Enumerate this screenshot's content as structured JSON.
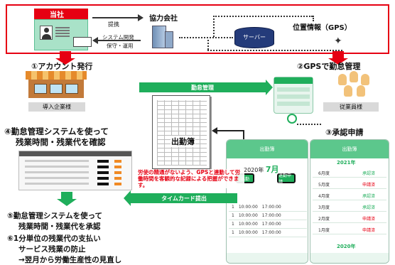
{
  "top": {
    "company": "当社",
    "partner": "協力会社",
    "arrow_top_label": "提携",
    "arrow_bottom_label_1": "システム開発",
    "arrow_bottom_label_2": "保守・運用",
    "server": "サーバー",
    "gps": "位置情報（GPS）"
  },
  "steps": {
    "s1": "①アカウント発行",
    "s2": "②GPSで勤怠管理",
    "s3": "③承認申請",
    "s4_line1": "④勤怠管理システムを使って",
    "s4_line2": "残業時間・残業代を確認",
    "s5_line1": "⑤勤怠管理システムを使って",
    "s5_line2": "残業時間・残業代を承認",
    "s6_line1": "⑥1分単位の残業代の支払い",
    "s6_line2": "サービス残業の防止",
    "s6_line3": "→翌月から労働生産性の見直し"
  },
  "tags": {
    "client_company": "導入企業様",
    "employee": "従業員様"
  },
  "banners": {
    "attendance": "勤怠管理",
    "timecard": "タイムカード提出"
  },
  "sheet_label": "出勤簿",
  "note": "労使の精通がないよう、GPSと連動して労働時間を客観的な記録による把握ができます。",
  "phone1": {
    "header": "出勤簿",
    "year": "2020年",
    "month": "7月",
    "btn1": "出勤",
    "btn2": "退勤申請"
  },
  "phone2": {
    "header": "出勤簿",
    "year": "2021年",
    "rows": [
      {
        "m": "6月度",
        "st": "承認済"
      },
      {
        "m": "5月度",
        "st": "申請済"
      },
      {
        "m": "4月度",
        "st": "承認済"
      },
      {
        "m": "3月度",
        "st": "承認済"
      },
      {
        "m": "2月度",
        "st": "申請済"
      },
      {
        "m": "1月度",
        "st": "申請済"
      }
    ],
    "year2": "2020年"
  },
  "time_rows": [
    {
      "d": "1",
      "a": "10:00:00",
      "b": "17:00:00"
    },
    {
      "d": "1",
      "a": "10:00:00",
      "b": "17:00:00"
    },
    {
      "d": "1",
      "a": "10:00:00",
      "b": "17:00:00"
    },
    {
      "d": "1",
      "a": "10:00:00",
      "b": "17:00:00"
    }
  ],
  "colors": {
    "red": "#e60012",
    "green": "#1fae5b",
    "navy": "#243b7a"
  }
}
